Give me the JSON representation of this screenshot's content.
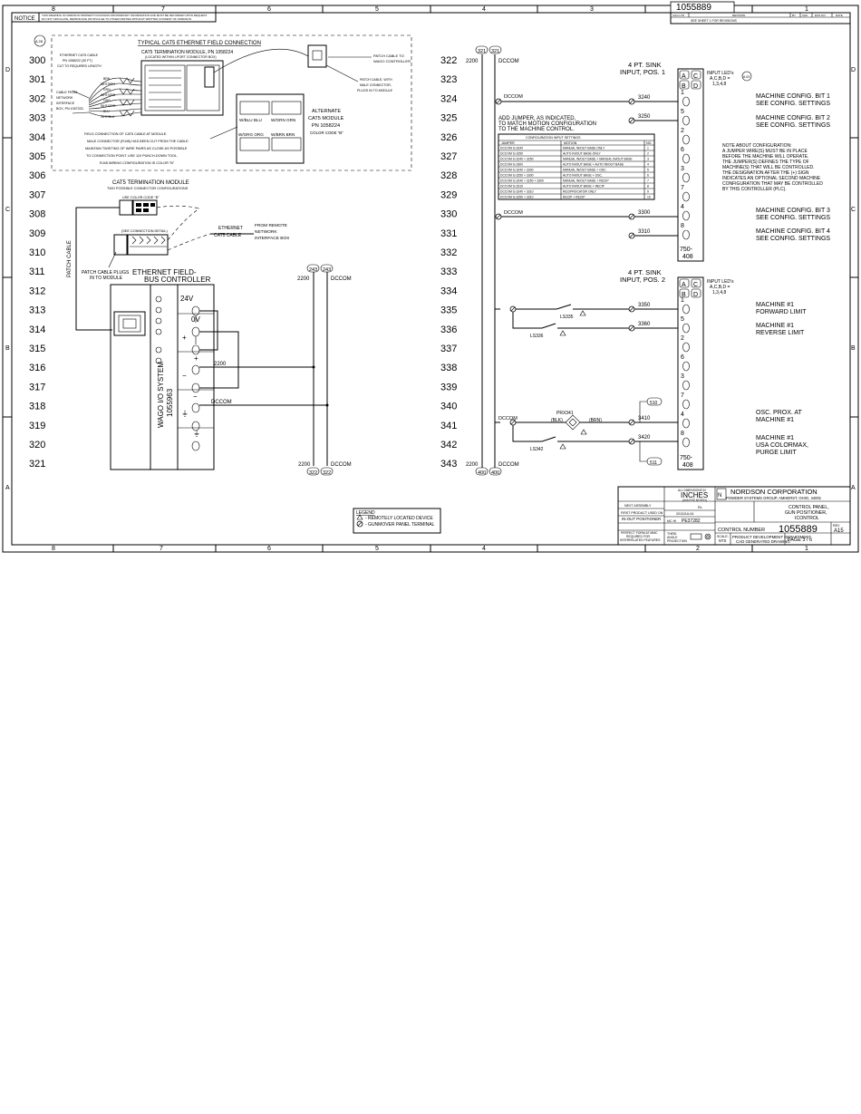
{
  "frame": {
    "zones_top": [
      "8",
      "7",
      "6",
      "5",
      "4",
      "3",
      "2",
      "1"
    ],
    "zones_bottom": [
      "8",
      "7",
      "6",
      "5",
      "4",
      "2",
      "1"
    ],
    "zones_side": [
      "D",
      "C",
      "B",
      "A"
    ],
    "notice_label": "NOTICE",
    "notice_text_1": "THIS DRAWING IS NORDSON PROPERTY/CONTAINS PROPRIETARY INFORMATION AND MUST BE RETURNED UPON REQUEST.",
    "notice_text_2": "DO NOT CIRCULATE, REPRODUCE OR DIVULGE TO OTHER PARTIES WITHOUT WRITTEN CONSENT OF NORDSON.",
    "drawing_number": "1055889",
    "revision_headers": [
      "CHG LTR",
      "REVISION",
      "BY",
      "CHK",
      "ECN NO.",
      "DATE"
    ],
    "revision_note": "SEE SHEET 1 FOR REVISIONS"
  },
  "rungs_left": [
    "300",
    "301",
    "302",
    "303",
    "304",
    "305",
    "306",
    "307",
    "308",
    "309",
    "310",
    "311",
    "312",
    "313",
    "314",
    "315",
    "316",
    "317",
    "318",
    "319",
    "320",
    "321"
  ],
  "rungs_right": [
    "322",
    "323",
    "324",
    "325",
    "326",
    "327",
    "328",
    "329",
    "330",
    "331",
    "332",
    "333",
    "334",
    "335",
    "336",
    "337",
    "338",
    "339",
    "340",
    "341",
    "342",
    "343"
  ],
  "left": {
    "sheet_ref": "A 28",
    "typical_title": "TYPICAL CAT5 ETHERNET FIELD CONNECTION",
    "module_title": "CAT5 TERMINATION MODULE, PN 1058224",
    "module_subtitle": "(LOCATED WITHIN I-PORT CONNECTOR BOX)",
    "cable_label": [
      "ETHERNET CAT5 CABLE",
      "PN 1058222 (30 FT)",
      "CUT TO REQUIRED LENGTH"
    ],
    "network_label": [
      "CABLE FROM",
      "NETWORK",
      "INTERFACE",
      "BOX, PN 1057333"
    ],
    "wire_colors": [
      "BRN",
      "WHT/BRN",
      "GRN",
      "WHT/GRN",
      "ORG",
      "WHT/ORG",
      "BLU",
      "WHT/BLU"
    ],
    "patch_label": [
      "PATCH CABLE TO",
      "WAGO CONTROLLER"
    ],
    "patch_male_label": [
      "PATCH CABLE, WITH",
      "MALE CONNECTOR,",
      "PLUGS IN TO MODULE"
    ],
    "alt_module": [
      "ALTERNATE",
      "CAT5 MODULE",
      "PN 1058224",
      "COLOR CODE \"B\""
    ],
    "alt_pairs_top": [
      "W/BLU BLU",
      "W/GRN GRN"
    ],
    "alt_pairs_bottom": [
      "W/ORG ORG",
      "W/BRN BRN"
    ],
    "field_note": [
      "FIELD CONNECTION OF CAT5 CABLE AT MODULE.",
      "MALE CONNECTOR (RJ45) HAS BEEN CUT FROM THE CABLE.",
      "MAINTAIN TWISTING OF WIRE PAIRS AS CLOSE AS POSSIBLE",
      "TO CONNECTION POINT. USE 110 PUNCH-DOWN TOOL.",
      "RJ45 WIRING CONFIGURATION IS COLOR \"B\""
    ],
    "term_module_title": "CAT5 TERMINATION MODULE",
    "term_module_sub": "TWO POSSIBLE CONNECTOR CONFIGURATIONS",
    "use_color": "USE COLOR CODE \"B\"",
    "see_detail": "(SEE CONNECTION DETAIL)",
    "ethernet_label": [
      "ETHERNET",
      "CAT5 CABLE"
    ],
    "from_remote": [
      "FROM REMOTE",
      "NETWORK",
      "INTERFACE BOX"
    ],
    "patch_cable_vert": "PATCH CABLE",
    "patch_plugs": [
      "PATCH CABLE PLUGS",
      "IN TO MODULE"
    ],
    "controller_title": [
      "ETHERNET FIELD-",
      "BUS CONTROLLER"
    ],
    "wago_text": [
      "WAGO I/O SYSTEM",
      "1055963"
    ],
    "terminal_labels": [
      "24V",
      "0V",
      "+",
      "−",
      "+",
      "−",
      "⏚",
      "⏚"
    ],
    "wire_2200": "2200",
    "wire_dccom": "DCCOM",
    "rail_top_refs": [
      "243",
      "243"
    ],
    "rail_top_labels": [
      "2200",
      "DCCOM"
    ],
    "rail_bot_refs": [
      "322",
      "322"
    ],
    "rail_bot_labels": [
      "2200",
      "DCCOM"
    ]
  },
  "right": {
    "rail_top_refs": [
      "321",
      "321"
    ],
    "rail_top_labels": [
      "2200",
      "DCCOM"
    ],
    "rail_bot_refs": [
      "400",
      "400"
    ],
    "rail_bot_labels": [
      "2200",
      "DCCOM"
    ],
    "dccom": "DCCOM",
    "pos1_title": [
      "4 PT. SINK",
      "INPUT, POS. 1"
    ],
    "pos2_title": [
      "4 PT. SINK",
      "INPUT, POS. 2"
    ],
    "led_label": [
      "INPUT LED's",
      "A,C,B,D =",
      "1,3,4,8"
    ],
    "led_ref": "A 03",
    "led_letters": [
      "A",
      "C",
      "B",
      "D"
    ],
    "module_id": [
      "750-",
      "408"
    ],
    "pos1_wires": [
      "3240",
      "3250",
      "3300",
      "3310"
    ],
    "pos1_terms": [
      "1",
      "5",
      "2",
      "6",
      "3",
      "7",
      "4",
      "8"
    ],
    "pos2_wires": [
      "3350",
      "3360",
      "3410",
      "3420"
    ],
    "add_jumper": [
      "ADD JUMPER, AS INDICATED,",
      "TO MATCH MOTION CONFIGURATION",
      "TO THE MACHINE CONTROL."
    ],
    "config_title": "CONFIGURATION INPUT SETTINGS",
    "config_headers": [
      "JUMPER",
      "MOTION",
      "NO."
    ],
    "config_rows": [
      [
        "DCCOM to 3240",
        "MANUAL IN/OUT BASE ONLY",
        "1"
      ],
      [
        "DCCOM to 3250",
        "AUTO IN/OUT BASE ONLY",
        "2"
      ],
      [
        "DCCOM to 3240 + 3250",
        "MANUAL IN/OUT BASE + MANUAL IN/OUT BASE",
        "3"
      ],
      [
        "DCCOM to 3300",
        "AUTO IN/OUT BASE + AUTO IN/OUT BASE",
        "4"
      ],
      [
        "DCCOM to 3240 + 3300",
        "MANUAL IN/OUT BASE + OSC.",
        "5"
      ],
      [
        "DCCOM to 3250 + 3300",
        "AUTO IN/OUT BASE + OSC.",
        "6"
      ],
      [
        "DCCOM to 3240 + 3250 + 3300",
        "MANUAL IN/OUT BASE + RECIP",
        "7"
      ],
      [
        "DCCOM to 3310",
        "AUTO IN/OUT BASE + RECIP",
        "8"
      ],
      [
        "DCCOM to 3240 + 3310",
        "RECIPROCATOR ONLY",
        "9"
      ],
      [
        "DCCOM to 3250 + 3310",
        "RECIP + RECIP",
        "10"
      ]
    ],
    "config_bits": [
      [
        "MACHINE CONFIG. BIT 1",
        "SEE CONFIG. SETTINGS"
      ],
      [
        "MACHINE CONFIG. BIT 2",
        "SEE CONFIG. SETTINGS"
      ],
      [
        "MACHINE CONFIG. BIT 3",
        "SEE CONFIG. SETTINGS"
      ],
      [
        "MACHINE CONFIG. BIT 4",
        "SEE CONFIG. SETTINGS"
      ]
    ],
    "note": [
      "NOTE ABOUT CONFIGURATION:",
      "A JUMPER WIRE(S) MUST BE IN PLACE",
      "BEFORE THE MACHINE WILL OPERATE.",
      "THE JUMPER(S) DEFINES THE TYPE OF",
      "MACHINE(S) THAT WILL BE CONTROLLED.",
      "THE DESIGNATION AFTER THE (+) SIGN",
      "INDICATES AN OPTIONAL SECOND MACHINE",
      "CONFIGURATION THAT MAY BE CONTROLLED",
      "BY THIS CONTROLLER (PLC)."
    ],
    "ls335": "LS335",
    "ls336": "LS336",
    "ls342": "LS342",
    "prx341": "PRX341",
    "blk": "(BLK)",
    "brn": "(BRN)",
    "ref_510": "510",
    "ref_511": "511",
    "fwd": [
      "MACHINE #1",
      "FORWARD LIMIT"
    ],
    "rev": [
      "MACHINE #1",
      "REVERSE LIMIT"
    ],
    "osc": [
      "OSC. PROX. AT",
      "MACHINE #1"
    ],
    "purge": [
      "MACHINE #1",
      "USA COLORMAX,",
      "PURGE LIMIT"
    ]
  },
  "legend": {
    "title": "LEGEND",
    "items": [
      "- REMOTELY LOCATED DEVICE",
      "- GUNMOVER PANEL TERMINAL"
    ]
  },
  "title_block": {
    "company": "NORDSON CORPORATION",
    "division": "POWDER SYSTEMS GROUP, AMHERST, OHIO, 44001",
    "dims_note": "ALL DIMENSIONS IN",
    "units": "INCHES",
    "units_sub": "(UNLESS NOTED)",
    "title": [
      "CONTROL PANEL,",
      "GUN POSITIONER,",
      "ICONTROL"
    ],
    "used_on": "IN-OUT POSITIONER",
    "used_on_label": "FIRST PRODUCT USED ON",
    "next_assy": "NEXT ASSEMBLY",
    "mc_label": "MC HI",
    "mc_num": "PE37282",
    "drawn_by": "RL",
    "drawn_date": "2015JUL04",
    "control_label": "CONTROL NUMBER",
    "control_number": "1055889",
    "rev_label": "REV",
    "rev": "A15",
    "scale_label": "SCALE:",
    "scale": "NTS",
    "dept": "PRODUCT DEVELOPMENT DEPARTMENT",
    "cad": "CAD GENERATED DRAWING",
    "page": "PAGE 3 / 6",
    "perfect_form": [
      "PERFECT FORM AT MMC",
      "REQUIRED FOR",
      "INTERRELATED FEATURES"
    ],
    "third_angle": [
      "THIRD",
      "ANGLE",
      "PROJECTION"
    ]
  }
}
